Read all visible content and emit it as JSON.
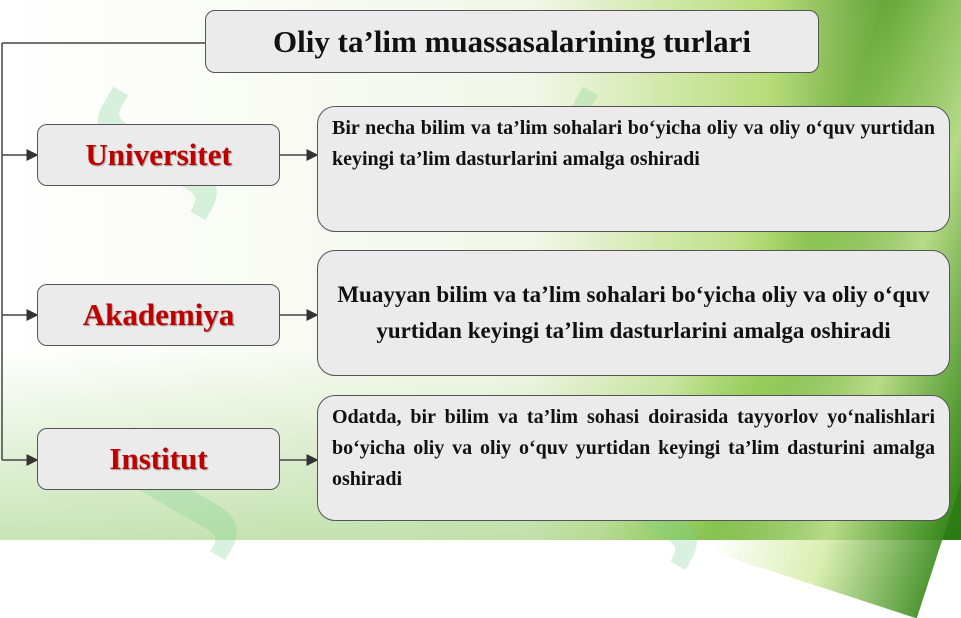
{
  "title": "Oliy ta’lim muassasalarining turlari",
  "types": [
    {
      "name": "Universitet",
      "description": "Bir necha bilim va ta’lim sohalari bo‘yicha oliy va oliy o‘quv yurtidan keyingi ta’lim dasturlarini amalga oshiradi"
    },
    {
      "name": "Akademiya",
      "description": "Muayyan bilim va ta’lim sohalari bo‘yicha oliy va oliy o‘quv yurtidan keyingi ta’lim dasturlarini amalga oshiradi"
    },
    {
      "name": "Institut",
      "description": "Odatda, bir bilim va ta’lim sohasi doirasida tayyorlov yo‘nalishlari bo‘yicha oliy va oliy o‘quv yurtidan keyingi ta’lim dasturini amalga oshiradi"
    }
  ],
  "colors": {
    "type_text": "#c00000",
    "box_fill": "#ebebeb",
    "background_accent": "#2f7d17"
  }
}
